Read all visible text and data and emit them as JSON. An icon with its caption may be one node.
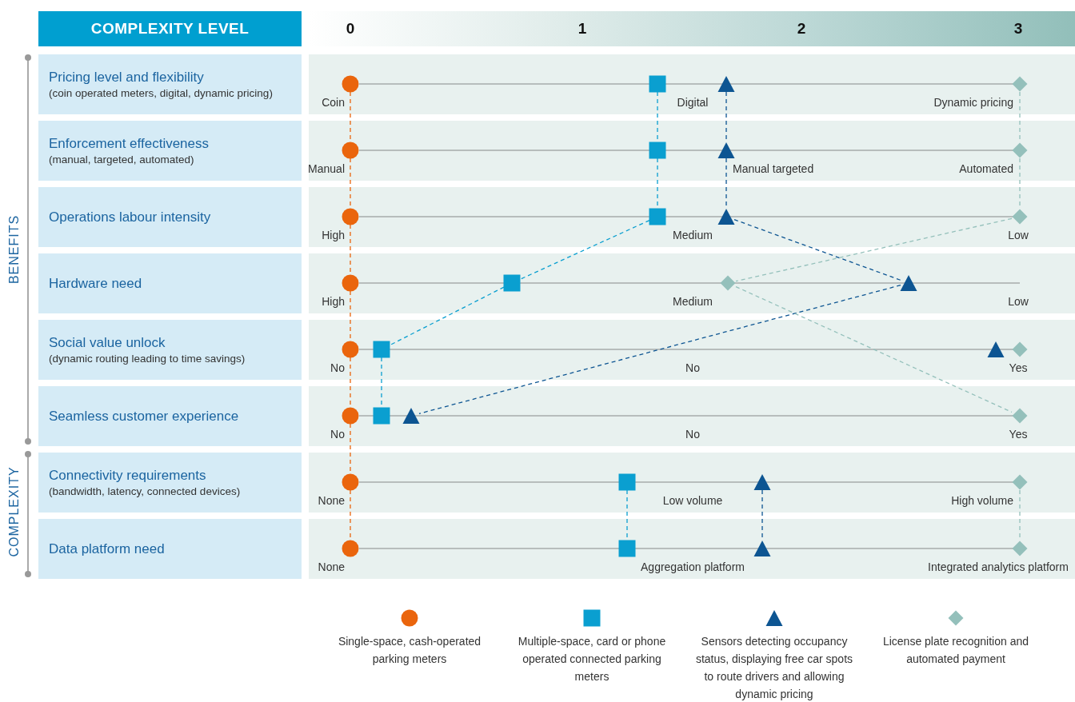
{
  "diagram": {
    "nodes": [
      {
        "text": [
          "COMPLEXITY LEVEL"
        ]
      },
      {
        "text": [
          "Pricing level and flexibility",
          "(coin operated meters, digital, dynamic pricing)"
        ]
      },
      {
        "text": [],
        "shape": "circle"
      },
      {
        "text": [],
        "shape": "box"
      },
      {
        "text": [],
        "shape": "triangle"
      },
      {
        "text": [],
        "shape": "diamond"
      },
      {
        "text": [
          "Enforcement effectiveness",
          "(manual, targeted, automated)"
        ]
      },
      {
        "text": [],
        "shape": "circle"
      },
      {
        "text": [],
        "shape": "box"
      },
      {
        "text": [],
        "shape": "triangle"
      },
      {
        "text": [],
        "shape": "diamond"
      },
      {
        "text": [
          "Operations labour intensity"
        ]
      },
      {
        "text": [],
        "shape": "circle"
      },
      {
        "text": [],
        "shape": "box"
      },
      {
        "text": [],
        "shape": "triangle"
      },
      {
        "text": [],
        "shape": "diamond"
      },
      {
        "text": [
          "Hardware need"
        ]
      },
      {
        "text": [],
        "shape": "circle"
      },
      {
        "text": [],
        "shape": "box"
      },
      {
        "text": [],
        "shape": "diamond"
      },
      {
        "text": [],
        "shape": "triangle"
      },
      {
        "text": [
          "Social value unlock",
          "(dynamic routing leading to time savings)"
        ]
      },
      {
        "text": [],
        "shape": "circle"
      },
      {
        "text": [],
        "shape": "box"
      },
      {
        "text": [],
        "shape": "triangle"
      },
      {
        "text": [],
        "shape": "diamond"
      },
      {
        "text": [
          "Seamless customer experience"
        ]
      },
      {
        "text": [],
        "shape": "circle"
      },
      {
        "text": [],
        "shape": "box"
      },
      {
        "text": [],
        "shape": "triangle"
      },
      {
        "text": [],
        "shape": "diamond"
      },
      {
        "text": [
          "Connectivity requirements",
          "(bandwidth, latency, connected devices)"
        ]
      },
      {
        "text": [],
        "shape": "circle"
      },
      {
        "text": [],
        "shape": "box"
      },
      {
        "text": [],
        "shape": "triangle"
      },
      {
        "text": [],
        "shape": "diamond"
      },
      {
        "text": [
          "Data platform need"
        ]
      },
      {
        "text": [],
        "shape": "circle"
      },
      {
        "text": [],
        "shape": "box"
      },
      {
        "text": [],
        "shape": "triangle"
      },
      {
        "text": [],
        "shape": "diamond"
      }
    ],
    "edges": [
      {
        "from": 2,
        "to": 7,
        "arrow": "none",
        "style": "dashed",
        "color": "#ea650d"
      },
      {
        "from": 7,
        "to": 12,
        "arrow": "none",
        "style": "dashed",
        "color": "#ea650d"
      },
      {
        "from": 12,
        "to": 17,
        "arrow": "none",
        "style": "dashed",
        "color": "#ea650d"
      },
      {
        "from": 17,
        "to": 22,
        "arrow": "none",
        "style": "dashed",
        "color": "#ea650d"
      },
      {
        "from": 22,
        "to": 27,
        "arrow": "none",
        "style": "dashed",
        "color": "#ea650d"
      },
      {
        "from": 27,
        "to": 32,
        "arrow": "none",
        "style": "dashed",
        "color": "#ea650d"
      },
      {
        "from": 32,
        "to": 37,
        "arrow": "none",
        "style": "dashed",
        "color": "#ea650d"
      },
      {
        "from": 3,
        "to": 8,
        "arrow": "none",
        "style": "dashed",
        "color": "#0a9fd0"
      },
      {
        "from": 8,
        "to": 13,
        "arrow": "none",
        "style": "dashed",
        "color": "#0a9fd0"
      },
      {
        "from": 13,
        "to": 18,
        "arrow": "none",
        "style": "dashed",
        "color": "#0a9fd0"
      },
      {
        "from": 18,
        "to": 23,
        "arrow": "none",
        "style": "dashed",
        "color": "#0a9fd0"
      },
      {
        "from": 23,
        "to": 28,
        "arrow": "none",
        "style": "dashed",
        "color": "#0a9fd0"
      },
      {
        "from": 33,
        "to": 38,
        "arrow": "none",
        "style": "dashed",
        "color": "#0a9fd0"
      },
      {
        "from": 4,
        "to": 9,
        "arrow": "none",
        "style": "dashed",
        "color": "#0d5592"
      },
      {
        "from": 9,
        "to": 14,
        "arrow": "none",
        "style": "dashed",
        "color": "#0d5592"
      },
      {
        "from": 14,
        "to": 20,
        "arrow": "none",
        "style": "dashed",
        "color": "#0d5592"
      },
      {
        "from": 20,
        "to": 29,
        "arrow": "none",
        "style": "dashed",
        "color": "#0d5592"
      },
      {
        "from": 34,
        "to": 39,
        "arrow": "none",
        "style": "dashed",
        "color": "#0d5592"
      },
      {
        "from": 5,
        "to": 10,
        "arrow": "none",
        "style": "dashed",
        "color": "#94c0bb"
      },
      {
        "from": 10,
        "to": 15,
        "arrow": "none",
        "style": "dashed",
        "color": "#94c0bb"
      },
      {
        "from": 15,
        "to": 19,
        "arrow": "none",
        "style": "dashed",
        "color": "#94c0bb"
      },
      {
        "from": 19,
        "to": 30,
        "arrow": "none",
        "style": "dashed",
        "color": "#94c0bb"
      },
      {
        "from": 35,
        "to": 40,
        "arrow": "none",
        "style": "dashed",
        "color": "#94c0bb"
      }
    ],
    "labels": [
      "0",
      "1",
      "2",
      "3",
      "BENEFITS",
      "COMPLEXITY",
      "Coin",
      "Digital",
      "Dynamic pricing",
      "Manual",
      "Manual targeted",
      "Automated",
      "High",
      "Medium",
      "Low",
      "High",
      "Medium",
      "Low",
      "No",
      "No",
      "Yes",
      "No",
      "No",
      "Yes",
      "None",
      "Low volume",
      "High volume",
      "None",
      "Aggregation platform",
      "Integrated analytics platform"
    ],
    "legend": [
      {
        "text": "Single-space, cash-operated parking meters"
      },
      {
        "text": "Multiple-space, card or phone operated connected parking meters"
      },
      {
        "text": "Sensors detecting occupancy status, displaying free car spots to route drivers and allowing dynamic pricing"
      },
      {
        "text": "License plate recognition and automated payment"
      }
    ]
  }
}
